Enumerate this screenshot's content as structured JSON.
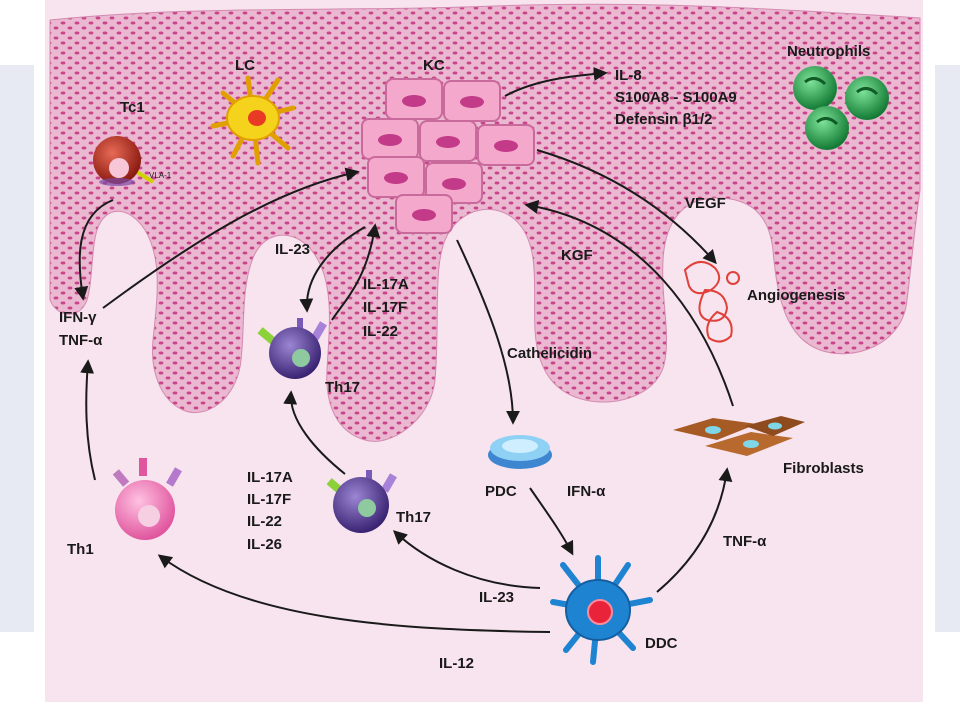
{
  "labels": {
    "lc": "LC",
    "kc": "KC",
    "tc1": "Tc1",
    "vla": "VLA-1",
    "neutrophils": "Neutrophils",
    "il8": "IL-8",
    "s100": "S100A8 - S100A9",
    "defensin": "Defensin β1/2",
    "vegf": "VEGF",
    "angiogenesis": "Angiogenesis",
    "kgf": "KGF",
    "il23_top": "IL-23",
    "il17a_top": "IL-17A",
    "il17f_top": "IL-17F",
    "il22_top": "IL-22",
    "ifng": "IFN-γ",
    "tnfa_left": "TNF-α",
    "cathelicidin": "Cathelicidin",
    "th17_top": "Th17",
    "pdc": "PDC",
    "ifna": "IFN-α",
    "fibroblasts": "Fibroblasts",
    "il17a_bot": "IL-17A",
    "il17f_bot": "IL-17F",
    "il22_bot": "IL-22",
    "il26_bot": "IL-26",
    "th17_bot": "Th17",
    "th1": "Th1",
    "tnfa_right": "TNF-α",
    "il23_bot": "IL-23",
    "ddc": "DDC",
    "il12": "IL-12"
  },
  "colors": {
    "skin_background": "#f8e4ee",
    "epidermis": "#eab8d0",
    "epidermis_dots": "#c9448a",
    "keratinocyte": "#f3a8cc",
    "lc_cell": "#f5d21c",
    "tc1_cell": "#b5261c",
    "th17_cell": "#5a3b9a",
    "th1_cell": "#f07ab8",
    "pdc_cell": "#5aa7e6",
    "ddc_cell": "#1e84d2",
    "neutrophil": "#23a84a",
    "angiogenesis": "#e0413a",
    "fibroblast": "#a65a24",
    "arrow": "#1a1a1a"
  }
}
